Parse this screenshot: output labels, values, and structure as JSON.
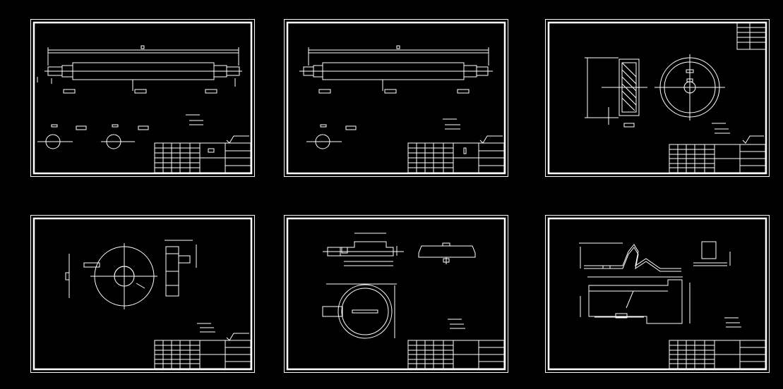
{
  "canvas": {
    "background": "#000000",
    "line_color": "#ffffff"
  },
  "sheets": [
    {
      "id": "sheet-1",
      "content": "shaft-assembly"
    },
    {
      "id": "sheet-2",
      "content": "shaft-drawing"
    },
    {
      "id": "sheet-3",
      "content": "gear-drawing"
    },
    {
      "id": "sheet-4",
      "content": "disc-cam"
    },
    {
      "id": "sheet-5",
      "content": "cover-part"
    },
    {
      "id": "sheet-6",
      "content": "bracket-part"
    }
  ]
}
